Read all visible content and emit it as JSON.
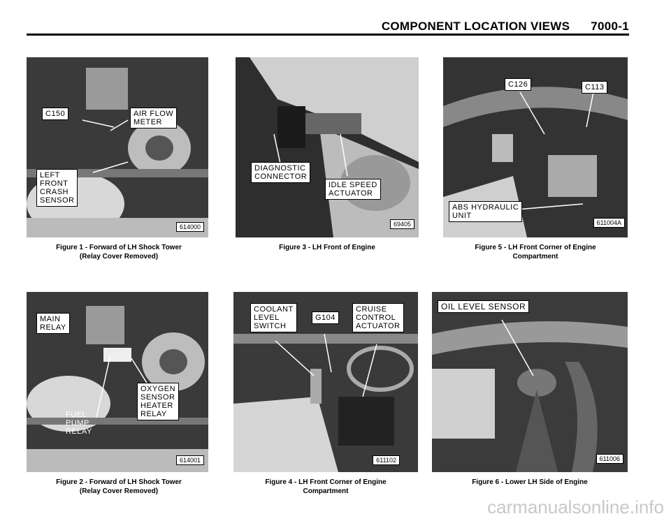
{
  "header": {
    "title": "COMPONENT LOCATION VIEWS",
    "page_number": "7000-1"
  },
  "figures": [
    {
      "caption": "Figure 1 - Forward of LH Shock Tower\n(Relay Cover Removed)",
      "code": "614000",
      "labels": [
        "C150",
        "AIR FLOW\nMETER",
        "LEFT\nFRONT\nCRASH\nSENSOR"
      ]
    },
    {
      "caption": "Figure 2 - Forward of LH Shock Tower\n(Relay Cover Removed)",
      "code": "614001",
      "labels": [
        "MAIN\nRELAY",
        "OXYGEN\nSENSOR\nHEATER\nRELAY",
        "FUEL\nPUMP\nRELAY"
      ]
    },
    {
      "caption": "Figure 3 - LH Front of Engine",
      "code": "69405",
      "labels": [
        "DIAGNOSTIC\nCONNECTOR",
        "IDLE SPEED\nACTUATOR"
      ]
    },
    {
      "caption": "Figure 4 - LH Front Corner of Engine\nCompartment",
      "code": "611102",
      "labels": [
        "COOLANT\nLEVEL\nSWITCH",
        "G104",
        "CRUISE\nCONTROL\nACTUATOR"
      ]
    },
    {
      "caption": "Figure 5 - LH Front Corner of Engine\nCompartment",
      "code": "611004A",
      "labels": [
        "C126",
        "C113",
        "ABS HYDRAULIC\nUNIT"
      ]
    },
    {
      "caption": "Figure 6 - Lower LH Side of Engine",
      "code": "611006",
      "labels": [
        "OIL LEVEL SENSOR"
      ]
    }
  ],
  "watermark": "carmanualsonline.info"
}
